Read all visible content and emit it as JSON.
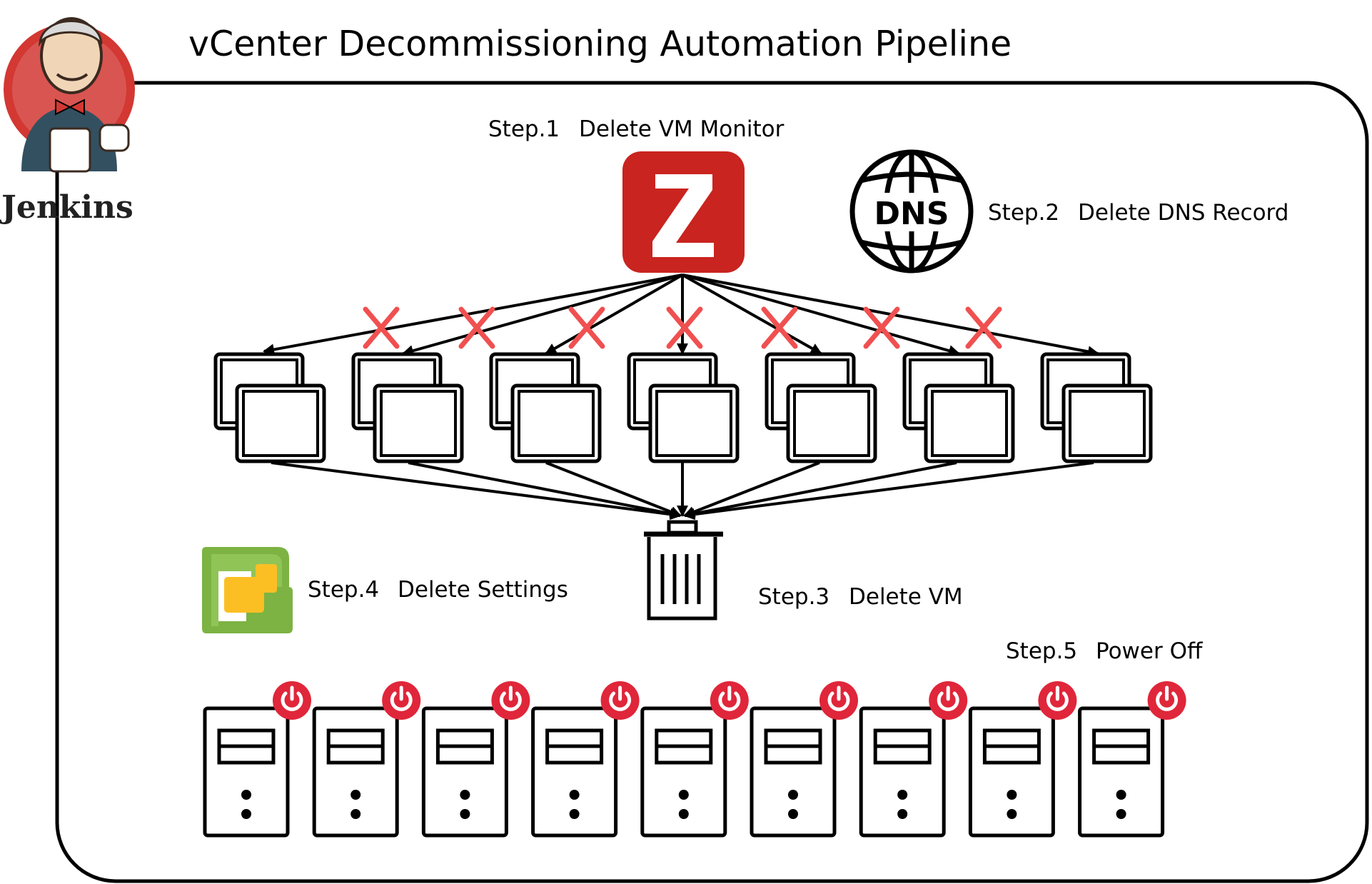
{
  "title": "vCenter Decommissioning Automation Pipeline",
  "brand": {
    "label": "Jenkins"
  },
  "steps": [
    {
      "num": "Step.1",
      "label": "Delete VM Monitor"
    },
    {
      "num": "Step.2",
      "label": "Delete DNS Record"
    },
    {
      "num": "Step.3",
      "label": "Delete VM"
    },
    {
      "num": "Step.4",
      "label": "Delete Settings"
    },
    {
      "num": "Step.5",
      "label": "Power Off"
    }
  ],
  "icons": {
    "monitor": {
      "name": "zabbix-z-icon",
      "glyph": "Z",
      "color": "#c9241f"
    },
    "dns": {
      "name": "dns-globe-icon",
      "glyph": "DNS"
    },
    "vcenter": {
      "name": "vmware-vcenter-icon",
      "colors": [
        "#7cb342",
        "#fbbf24"
      ]
    },
    "trash": {
      "name": "trash-bin-icon"
    },
    "vm": {
      "name": "vm-window-icon",
      "count": 7
    },
    "server": {
      "name": "server-tower-icon",
      "count": 9
    },
    "power": {
      "name": "power-icon",
      "color": "#e0263a"
    },
    "delete_mark": {
      "name": "red-x-icon",
      "count": 7,
      "color": "#f05050"
    }
  },
  "colors": {
    "line": "#000000",
    "power": "#e0263a",
    "cross": "#f05050",
    "zabbix": "#c9241f"
  }
}
